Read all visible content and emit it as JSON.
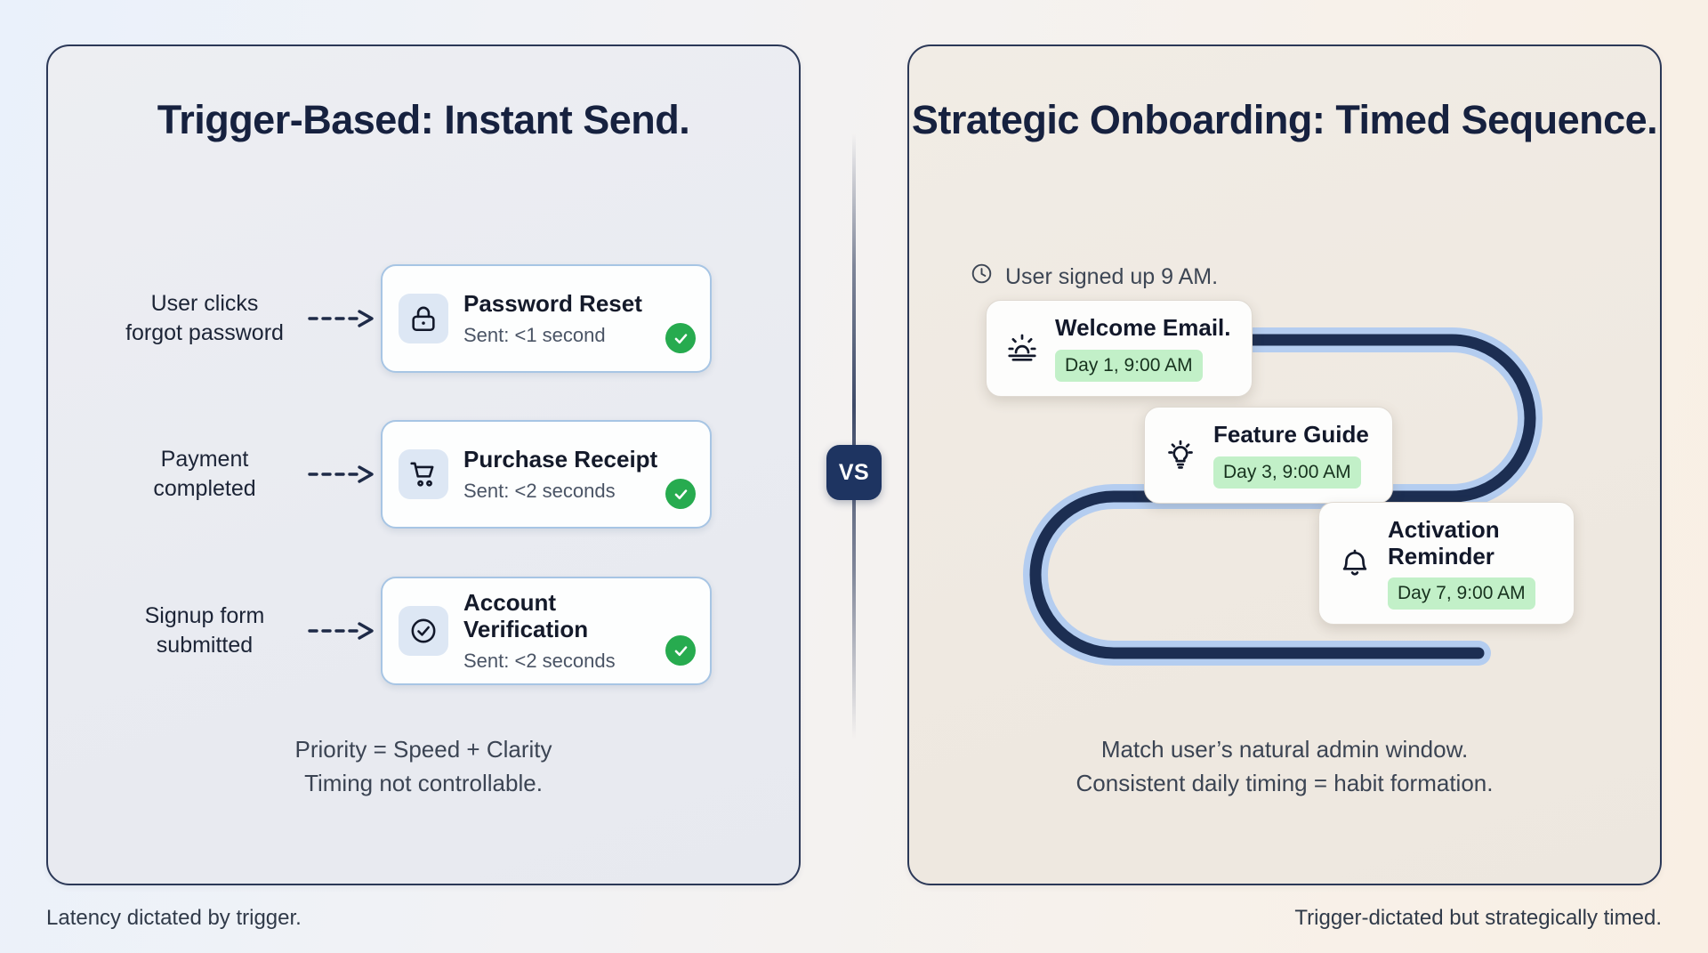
{
  "left_panel": {
    "title": "Trigger-Based:\nInstant Send.",
    "rows": [
      {
        "trigger": "User clicks\nforgot password",
        "icon": "lock-icon",
        "title": "Password Reset",
        "status": "Sent: <1 second",
        "check": "check-icon"
      },
      {
        "trigger": "Payment\ncompleted",
        "icon": "shopping-cart-icon",
        "title": "Purchase Receipt",
        "status": "Sent: <2 seconds",
        "check": "check-icon"
      },
      {
        "trigger": "Signup form\nsubmitted",
        "icon": "check-circle-icon",
        "title": "Account Verification",
        "status": "Sent: <2 seconds",
        "check": "check-icon"
      }
    ],
    "footer": "Priority = Speed + Clarity\nTiming not controllable.",
    "caption": "Latency dictated by trigger."
  },
  "right_panel": {
    "title": "Strategic Onboarding:\nTimed Sequence.",
    "signup_note": "User signed up 9 AM.",
    "signup_icon": "clock-icon",
    "steps": [
      {
        "icon": "sunrise-icon",
        "title": "Welcome Email.",
        "badge": "Day 1, 9:00 AM"
      },
      {
        "icon": "lightbulb-icon",
        "title": "Feature Guide",
        "badge": "Day 3, 9:00 AM"
      },
      {
        "icon": "bell-icon",
        "title": "Activation Reminder",
        "badge": "Day 7, 9:00 AM"
      }
    ],
    "footer": "Match user’s natural admin window.\nConsistent daily timing = habit formation.",
    "caption": "Trigger-dictated but strategically timed."
  },
  "divider": {
    "label": "VS"
  },
  "colors": {
    "navy": "#16213f",
    "panel_border": "#2b3857",
    "card_border_blue": "#a7c5e4",
    "icon_tile": "#dde7f4",
    "check_green": "#27ab4f",
    "badge_green": "#c2f0c8",
    "path_dark": "#1c2e52",
    "path_light": "#b4cdf0",
    "vs_badge": "#1e3461"
  }
}
